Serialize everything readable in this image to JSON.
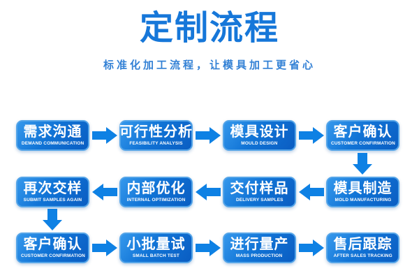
{
  "page": {
    "title": "定制流程",
    "subtitle": "标准化加工流程，让模具加工更省心"
  },
  "colors": {
    "title_blue": "#1677d9",
    "subtitle_blue": "#3381d5",
    "box_gradient_start": "#3598ec",
    "box_gradient_end": "#0a5dc2",
    "box_border": "#55a5e8",
    "arrow_blue": "#0e81e4",
    "box_text": "#ffffff",
    "background": "#ffffff"
  },
  "flow": {
    "rows": [
      {
        "direction": "right",
        "steps": [
          {
            "title": "需求沟通",
            "subtitle": "DEMAND COMMUNICATION"
          },
          {
            "title": "可行性分析",
            "subtitle": "FEASIBILITY ANALYSIS"
          },
          {
            "title": "模具设计",
            "subtitle": "MOULD DESIGN"
          },
          {
            "title": "客户确认",
            "subtitle": "CUSTOMER CONFIRMATION"
          }
        ]
      },
      {
        "direction": "left",
        "steps": [
          {
            "title": "再次交样",
            "subtitle": "SUBMIT SAMPLES AGAIN"
          },
          {
            "title": "内部优化",
            "subtitle": "INTERNAL OPTIMIZATION"
          },
          {
            "title": "交付样品",
            "subtitle": "DELIVERY SAMPLES"
          },
          {
            "title": "模具制造",
            "subtitle": "MOLD MANUFACTURING"
          }
        ]
      },
      {
        "direction": "right",
        "steps": [
          {
            "title": "客户确认",
            "subtitle": "CUSTOMER CONFIRMATION"
          },
          {
            "title": "小批量试",
            "subtitle": "SMALL BATCH TEST"
          },
          {
            "title": "进行量产",
            "subtitle": "MASS PRODUCTION"
          },
          {
            "title": "售后跟踪",
            "subtitle": "AFTER SALES TRACKING"
          }
        ]
      }
    ]
  }
}
